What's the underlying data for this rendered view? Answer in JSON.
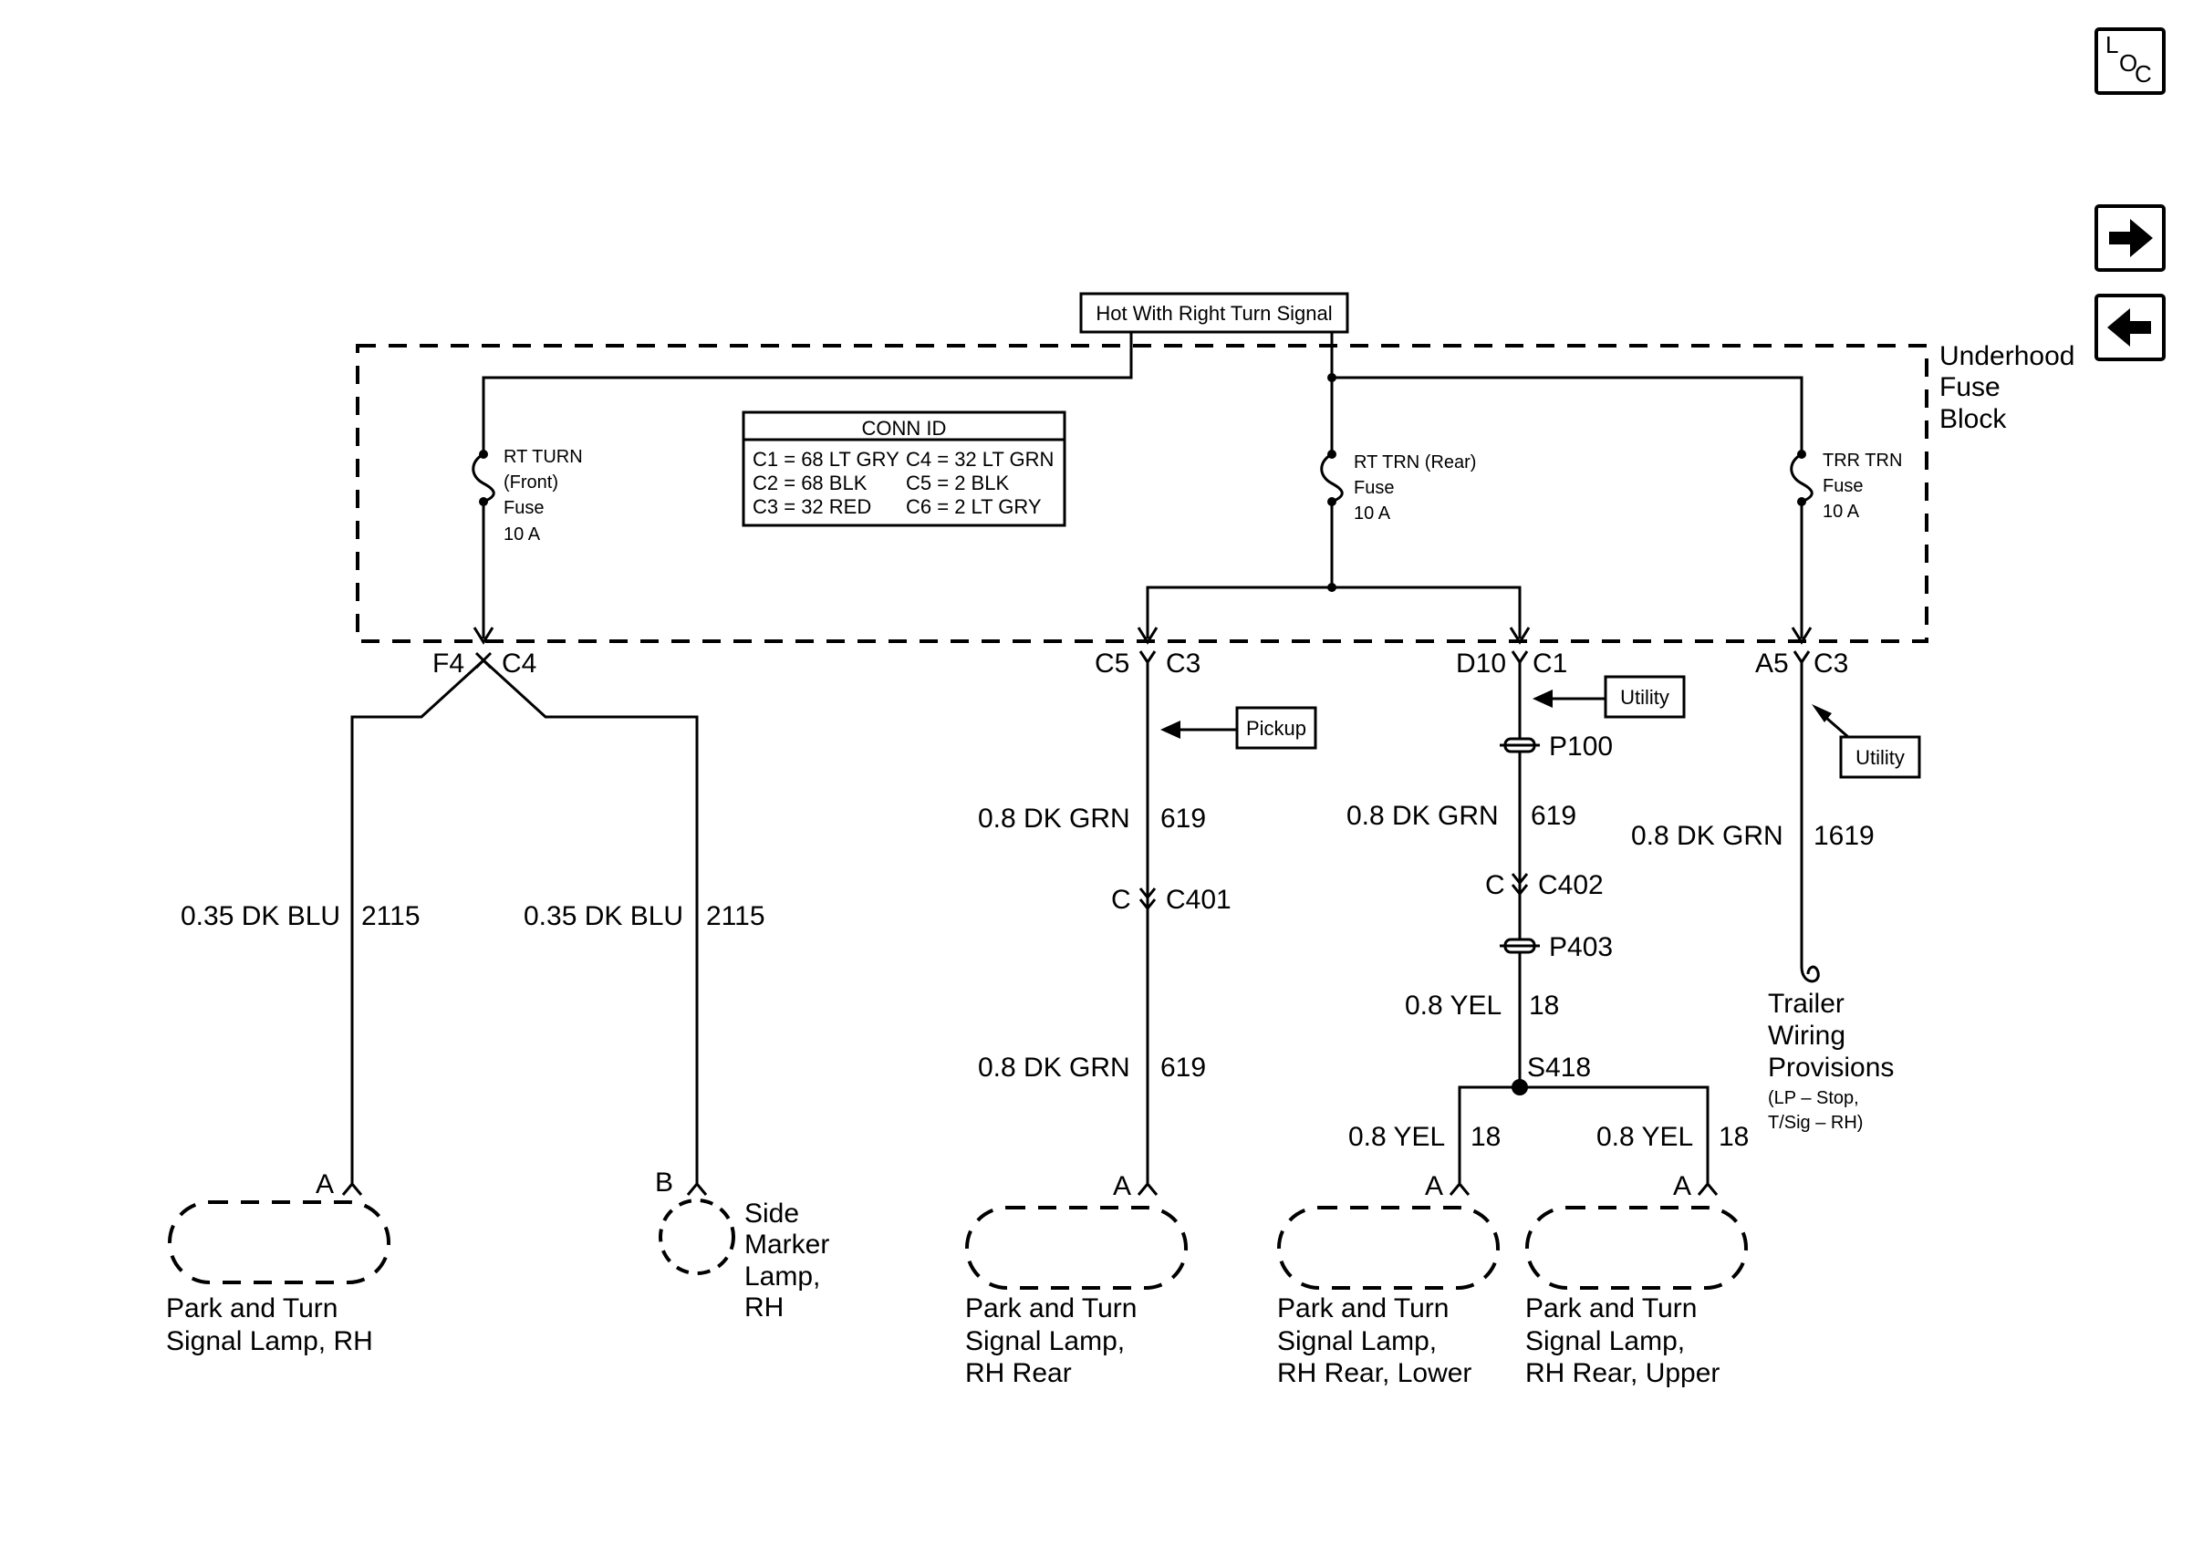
{
  "nav": {
    "loc_l": "L",
    "loc_o": "O",
    "loc_c": "C",
    "next_glyph": "➡",
    "prev_glyph": "⬅"
  },
  "supply": {
    "hot_label": "Hot With Right Turn Signal"
  },
  "fuse_block": {
    "line1": "Underhood",
    "line2": "Fuse",
    "line3": "Block"
  },
  "conn_id": {
    "title": "CONN ID",
    "c1": "C1 = 68 LT GRY",
    "c2": "C2 = 68 BLK",
    "c3": "C3 = 32 RED",
    "c4": "C4 = 32 LT GRN",
    "c5": "C5 = 2 BLK",
    "c6": "C6 = 2 LT GRY"
  },
  "fuses": {
    "front": {
      "l1": "RT TURN",
      "l2": "(Front)",
      "l3": "Fuse",
      "l4": "10 A"
    },
    "rear": {
      "l1": "RT TRN (Rear)",
      "l2": "Fuse",
      "l3": "10 A"
    },
    "trailer": {
      "l1": "TRR TRN",
      "l2": "Fuse",
      "l3": "10 A"
    }
  },
  "connectors": {
    "f4": "F4",
    "c4": "C4",
    "c5": "C5",
    "c3a": "C3",
    "d10": "D10",
    "c1": "C1",
    "a5": "A5",
    "c3b": "C3",
    "c401_left": "C",
    "c401": "C401",
    "c402_left": "C",
    "c402": "C402",
    "p100": "P100",
    "p403": "P403",
    "s418": "S418"
  },
  "options": {
    "pickup": "Pickup",
    "utility1": "Utility",
    "utility2": "Utility"
  },
  "wires": {
    "blu_size_1": "0.35 DK BLU",
    "blu_circ_1": "2115",
    "blu_size_2": "0.35 DK BLU",
    "blu_circ_2": "2115",
    "grn_size_1": "0.8 DK GRN",
    "grn_circ_1": "619",
    "grn_size_2": "0.8 DK GRN",
    "grn_circ_2": "619",
    "grn_size_3": "0.8 DK GRN",
    "grn_circ_3": "619",
    "grn_size_4": "0.8 DK GRN",
    "grn_circ_4": "1619",
    "yel_size_1": "0.8 YEL",
    "yel_circ_1": "18",
    "yel_size_2": "0.8 YEL",
    "yel_circ_2": "18",
    "yel_size_3": "0.8 YEL",
    "yel_circ_3": "18"
  },
  "terminals": {
    "t1": "A",
    "t2": "B",
    "t3": "A",
    "t4": "A",
    "t5": "A"
  },
  "loads": {
    "front_lamp": {
      "l1": "Park and Turn",
      "l2": "Signal Lamp, RH"
    },
    "side_marker": {
      "l1": "Side",
      "l2": "Marker",
      "l3": "Lamp,",
      "l4": "RH"
    },
    "rear_lamp": {
      "l1": "Park and Turn",
      "l2": "Signal Lamp,",
      "l3": "RH Rear"
    },
    "rear_lower": {
      "l1": "Park and Turn",
      "l2": "Signal Lamp,",
      "l3": "RH Rear, Lower"
    },
    "rear_upper": {
      "l1": "Park and Turn",
      "l2": "Signal Lamp,",
      "l3": "RH Rear, Upper"
    },
    "trailer": {
      "l1": "Trailer",
      "l2": "Wiring",
      "l3": "Provisions",
      "l4": "(LP – Stop,",
      "l5": "T/Sig – RH)"
    }
  }
}
